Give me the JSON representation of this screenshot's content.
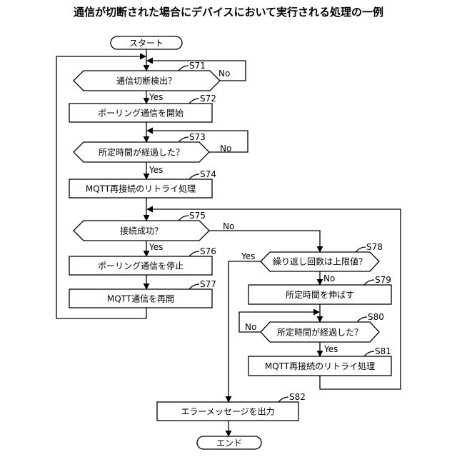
{
  "title": "通信が切断された場合にデバイスにおいて実行される処理の一例",
  "nodes": {
    "start": "スタート",
    "s71": "通信切断検出？",
    "s72": "ポーリング通信を開始",
    "s73": "所定時間が経過した？",
    "s74": "MQTT再接続のリトライ処理",
    "s75": "接続成功？",
    "s76": "ポーリング通信を停止",
    "s77": "MQTT通信を再開",
    "s78": "繰り返し回数は上限値？",
    "s79": "所定時間を伸ばす",
    "s80": "所定時間が経過した？",
    "s81": "MQTT再接続のリトライ処理",
    "s82": "エラーメッセージを出力",
    "end": "エンド"
  },
  "steps": {
    "s71": "S71",
    "s72": "S72",
    "s73": "S73",
    "s74": "S74",
    "s75": "S75",
    "s76": "S76",
    "s77": "S77",
    "s78": "S78",
    "s79": "S79",
    "s80": "S80",
    "s81": "S81",
    "s82": "S82"
  },
  "branches": {
    "yes": "Yes",
    "no": "No"
  }
}
